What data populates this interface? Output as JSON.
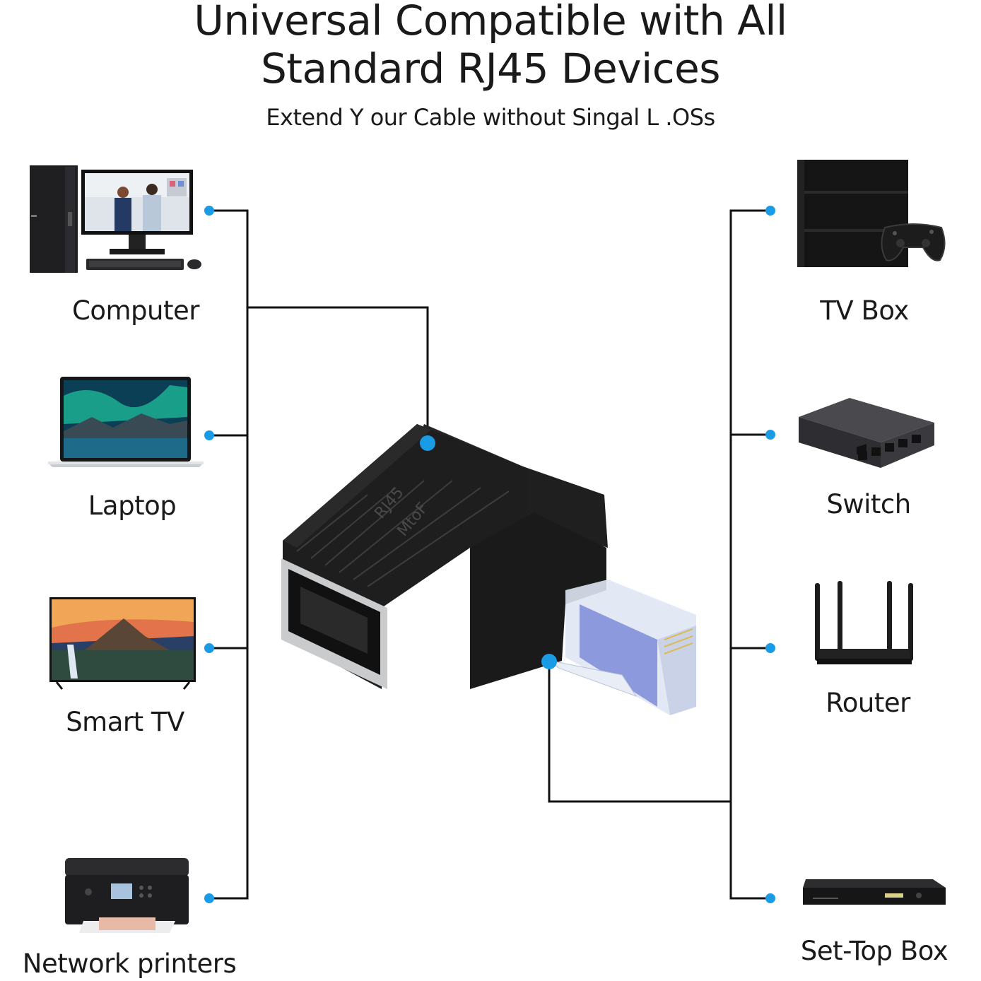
{
  "header": {
    "title_line1": "Universal Compatible with All",
    "title_line2": "Standard RJ45 Devices",
    "subtitle": "Extend Y our Cable without Singal L .OSs"
  },
  "adapter": {
    "label_line1": "RJ45",
    "label_line2": "MtoF"
  },
  "left_devices": [
    {
      "label": "Computer",
      "icon": "desktop-computer-icon"
    },
    {
      "label": "Laptop",
      "icon": "laptop-icon"
    },
    {
      "label": "Smart TV",
      "icon": "smart-tv-icon"
    },
    {
      "label": "Network printers",
      "icon": "printer-icon"
    }
  ],
  "right_devices": [
    {
      "label": "TV Box",
      "icon": "game-console-icon"
    },
    {
      "label": "Switch",
      "icon": "network-switch-icon"
    },
    {
      "label": "Router",
      "icon": "router-icon"
    },
    {
      "label": "Set-Top Box",
      "icon": "set-top-box-icon"
    }
  ],
  "colors": {
    "connector_dot": "#1a9be6",
    "line": "#111111",
    "adapter_body": "#1c1c1c"
  }
}
